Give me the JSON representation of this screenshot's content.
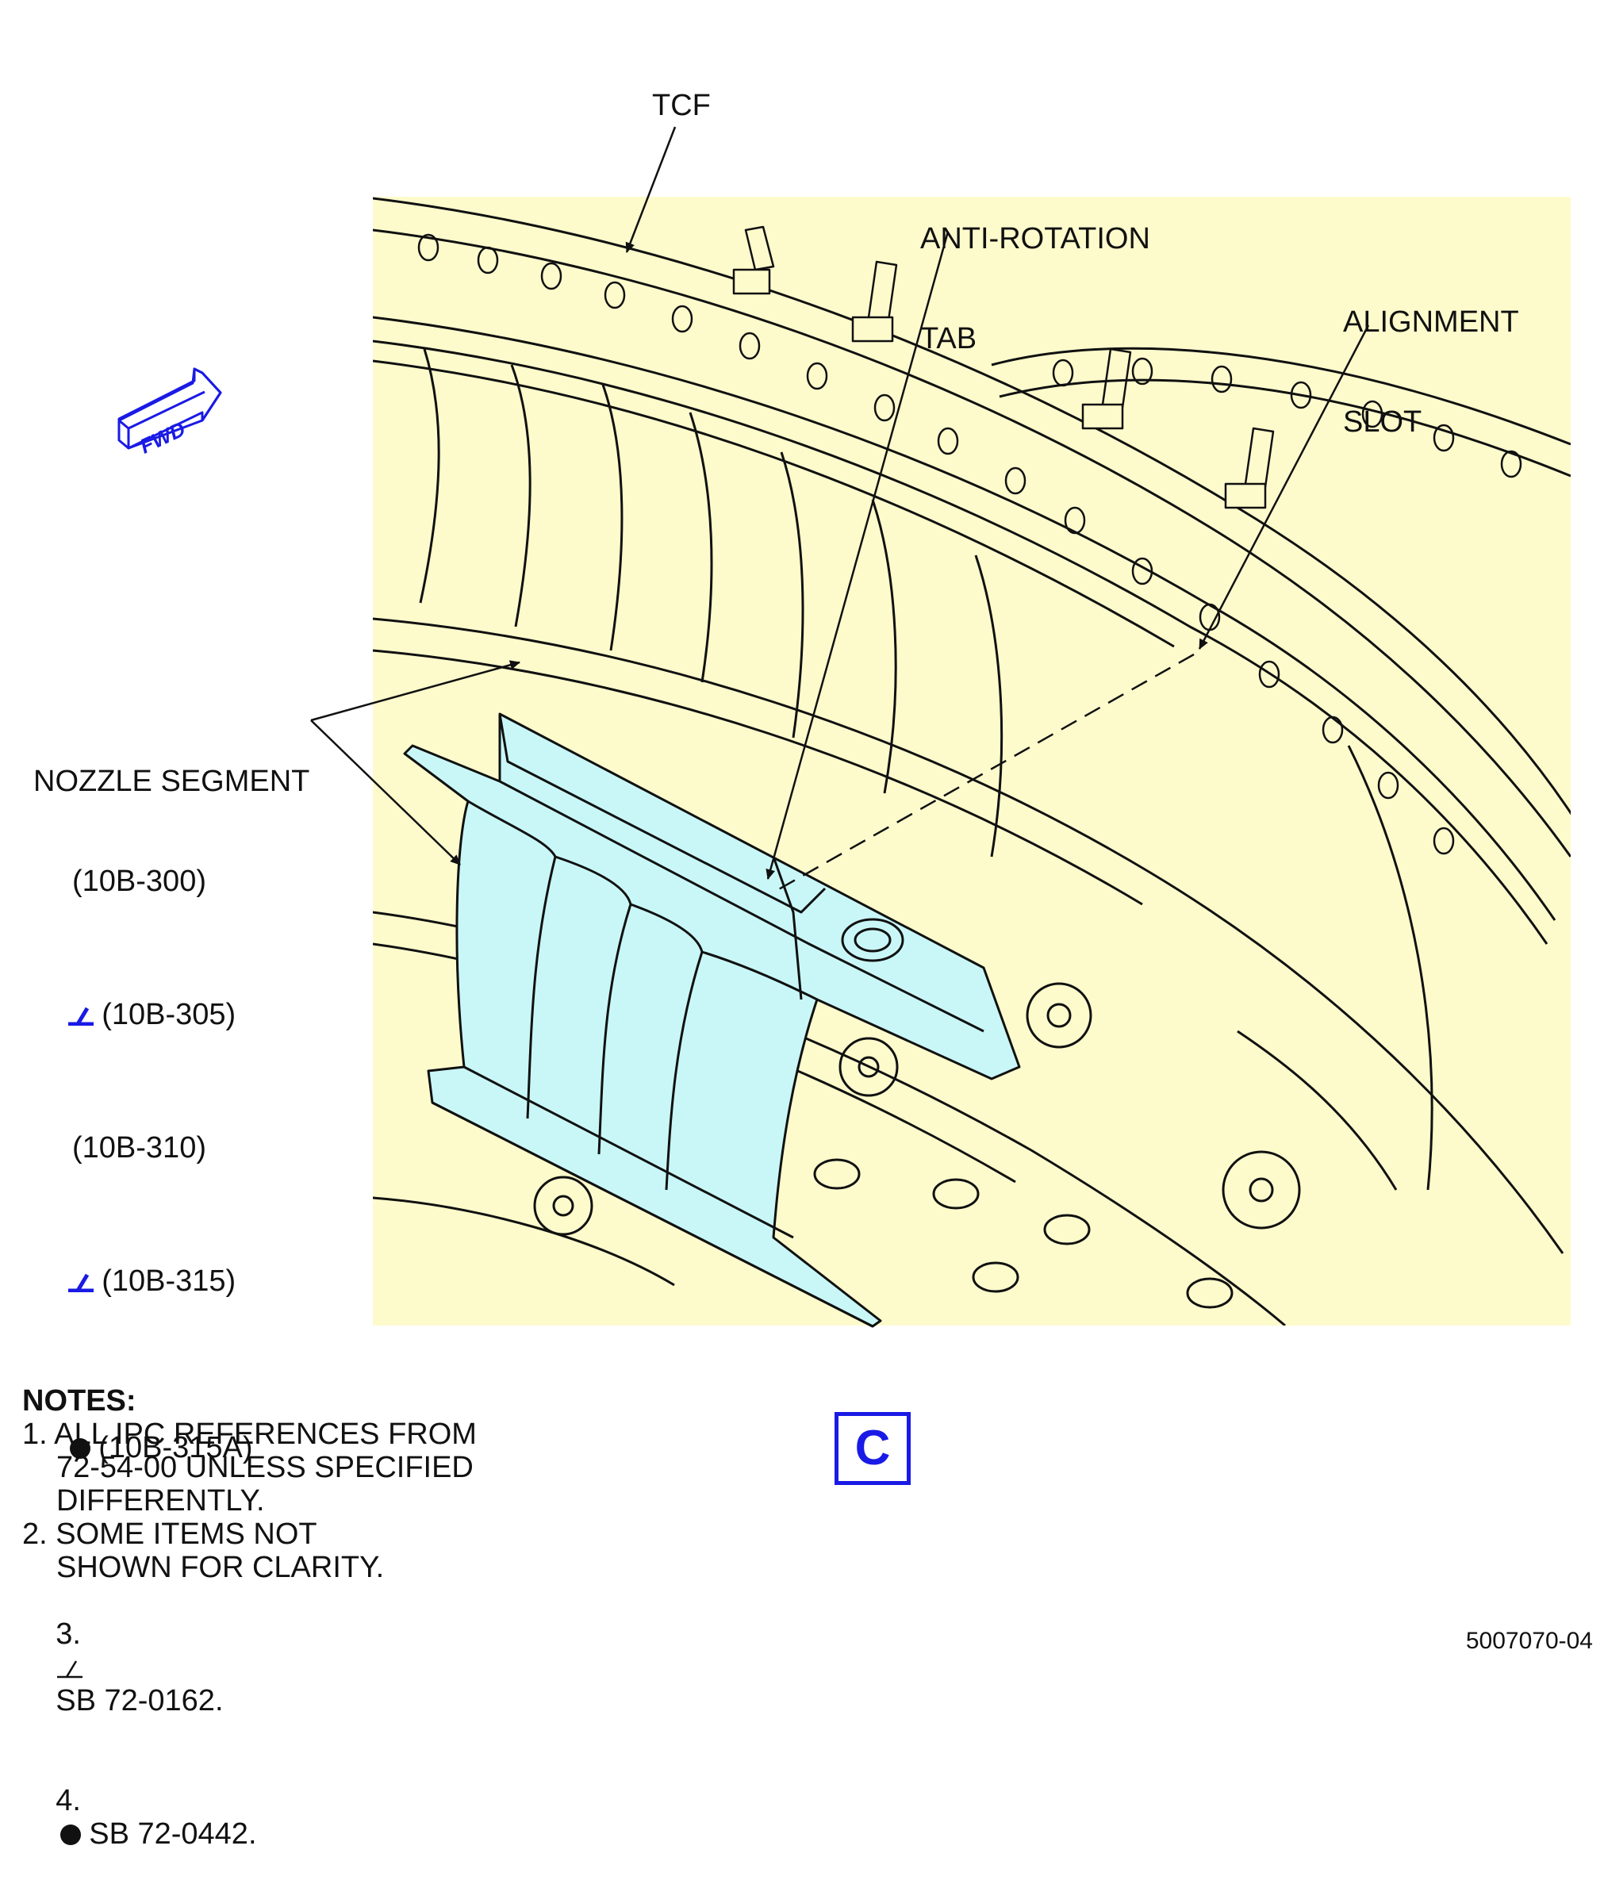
{
  "labels": {
    "tcf": "TCF",
    "anti_rotation_line1": "ANTI-ROTATION",
    "anti_rotation_line2": "TAB",
    "alignment_line1": "ALIGNMENT",
    "alignment_line2": "SLOT",
    "nozzle_segment": "NOZZLE SEGMENT",
    "pn_300": "(10B-300)",
    "pn_305": "(10B-305)",
    "pn_310": "(10B-310)",
    "pn_315": "(10B-315)",
    "pn_315a": "(10B-315A)"
  },
  "fwd_arrow": {
    "text": "FWD",
    "color": "#1a1ae6"
  },
  "notes": {
    "heading": "NOTES:",
    "n1_line1": "1. ALL IPC REFERENCES FROM",
    "n1_line2": "72-54-00 UNLESS SPECIFIED",
    "n1_line3": "DIFFERENTLY.",
    "n2_line1": "2. SOME ITEMS NOT",
    "n2_line2": "SHOWN FOR CLARITY.",
    "n3_prefix": "3.",
    "n3_text": "SB 72-0162.",
    "n4_prefix": "4.",
    "n4_text": "SB 72-0442."
  },
  "view_callout": "C",
  "figure_number": "5007070-04",
  "colors": {
    "background_art": "#fdfbcc",
    "nozzle_segment_fill": "#c9f7f7",
    "line": "#111111",
    "accent_blue": "#1a1ae6"
  }
}
